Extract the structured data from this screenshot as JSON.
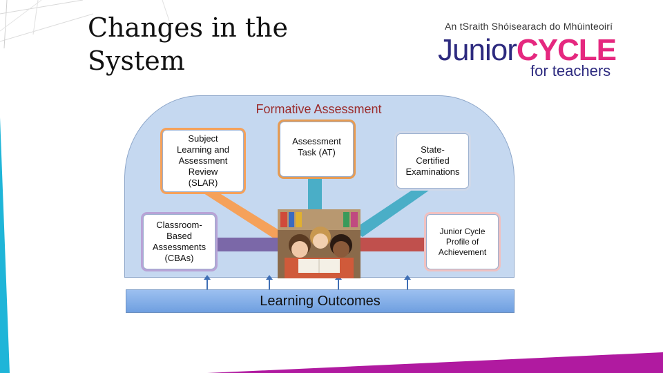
{
  "slide": {
    "title": "Changes in the System"
  },
  "logo": {
    "subtitle": "An tSraith Shóisearach do Mhúinteoirí",
    "word_junior": "Junior",
    "word_cycle": "CYCLE",
    "tagline": "for teachers",
    "colors": {
      "navy": "#2d2a7f",
      "pink": "#e5287f"
    }
  },
  "diagram": {
    "heading": "Formative Assessment",
    "nodes": {
      "slar": [
        "Subject",
        "Learning and",
        "Assessment",
        "Review",
        "(SLAR)"
      ],
      "at": [
        "Assessment",
        "Task (AT)"
      ],
      "sce": [
        "State-",
        "Certified",
        "Examinations"
      ],
      "cba": [
        "Classroom-",
        "Based",
        "Assessments",
        "(CBAs)"
      ],
      "jcpa": [
        "Junior Cycle",
        "Profile of",
        "Achievement"
      ]
    },
    "base": "Learning Outcomes",
    "colors": {
      "slar": "#f5a15a",
      "at": "#4aaec7",
      "sce": "#4aaec7",
      "cba": "#7b68a8",
      "jcpa": "#c0504d",
      "dome": "#c5d8f0",
      "heading": "#9b2c2c"
    }
  }
}
